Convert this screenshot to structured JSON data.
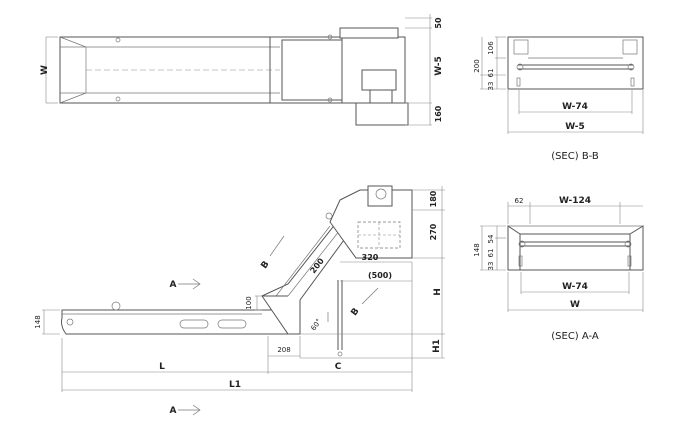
{
  "top_view": {
    "width_label": "W",
    "right_dims": {
      "d1": "50",
      "d2": "W-5",
      "d3": "160"
    }
  },
  "section_bb": {
    "left_dims": {
      "d1": "106",
      "d2": "200",
      "d3": "33",
      "d4": "61"
    },
    "bottom_dims": {
      "d1": "W-74",
      "d2": "W-5"
    },
    "caption": "(SEC)  B-B"
  },
  "side_view": {
    "section_mark_a": "A",
    "section_mark_b": "B",
    "right_dims": {
      "d1": "180",
      "d2": "270",
      "d3": "H",
      "d4": "H1"
    },
    "head_width": "320",
    "offset": "(500)",
    "slope_width": "200",
    "angle": "60°",
    "height_100": "100",
    "height_148": "148",
    "base_208": "208",
    "dim_L": "L",
    "dim_C": "C",
    "dim_L1": "L1"
  },
  "section_aa": {
    "top_dims": {
      "d1": "62",
      "d2": "W-124"
    },
    "left_dims": {
      "d1": "148",
      "d2": "54",
      "d3": "33",
      "d4": "61"
    },
    "bottom_dims": {
      "d1": "W-74",
      "d2": "W"
    },
    "caption": "(SEC)  A-A"
  },
  "bottom_mark": "A"
}
